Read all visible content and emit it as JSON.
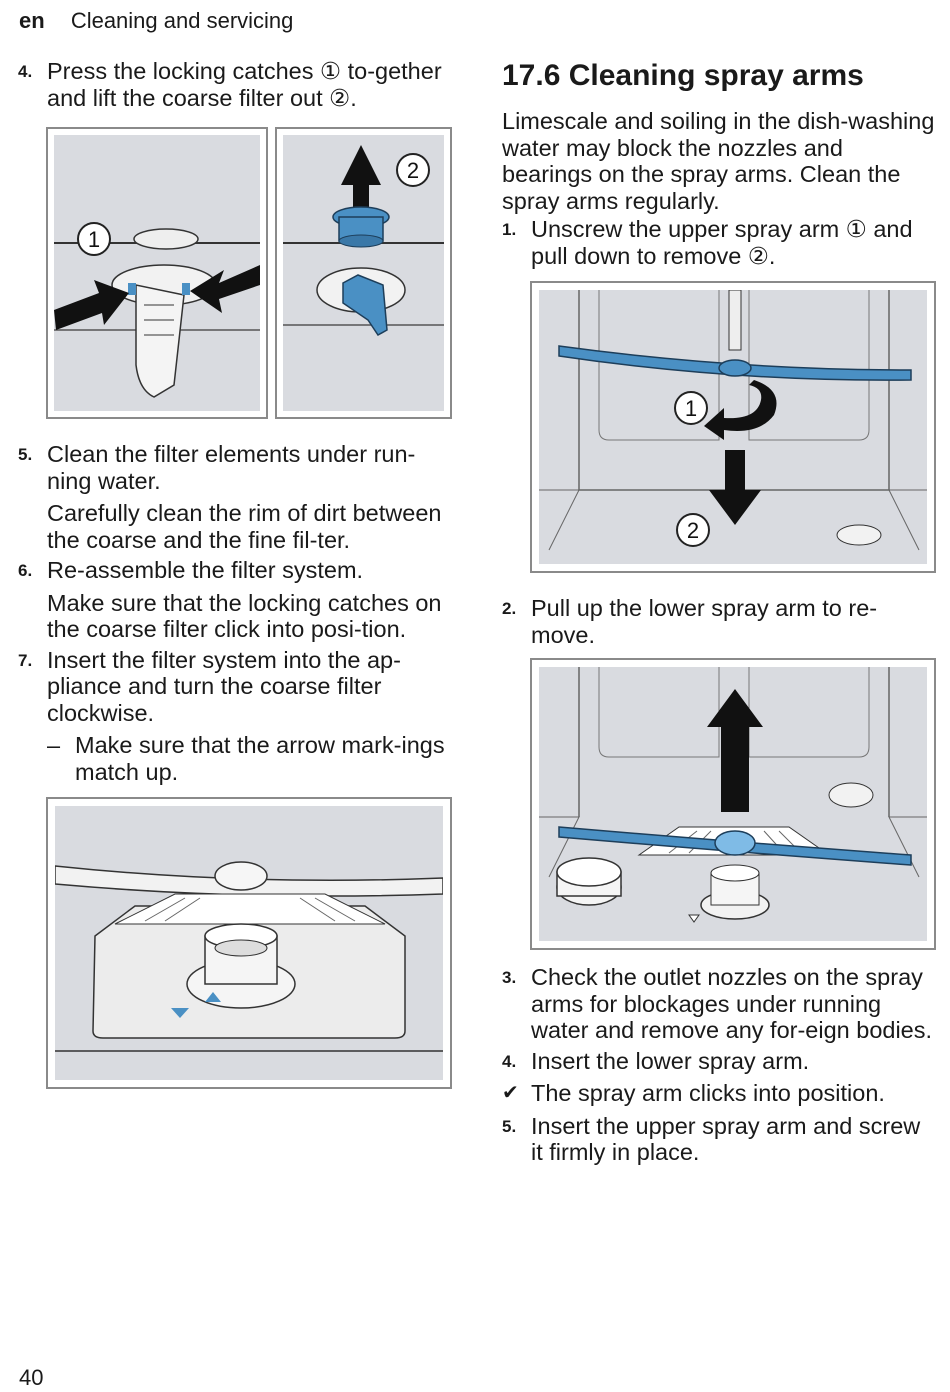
{
  "header": {
    "lang": "en",
    "section": "Cleaning and servicing"
  },
  "left": {
    "step4": {
      "num": "4.",
      "text": "Press the locking catches ① to-gether and lift the coarse filter out ②."
    },
    "fig1_labels": {
      "a": "1",
      "b": "2"
    },
    "step5": {
      "num": "5.",
      "text": "Clean the filter elements under run-ning water."
    },
    "step5_note": "Carefully clean the rim of dirt between the coarse and the fine fil-ter.",
    "step6": {
      "num": "6.",
      "text": "Re-assemble the filter system."
    },
    "step6_note": "Make sure that the locking catches on the coarse filter click into posi-tion.",
    "step7": {
      "num": "7.",
      "text": "Insert the filter system into the ap-pliance and turn the coarse filter clockwise."
    },
    "step7_bullet": {
      "dash": "–",
      "text": "Make sure that the arrow mark-ings match up."
    }
  },
  "right": {
    "heading": "17.6  Cleaning spray arms",
    "intro": "Limescale and soiling in the dish-washing water may block the nozzles and bearings on the spray arms. Clean the spray arms regularly.",
    "step1": {
      "num": "1.",
      "text": "Unscrew the upper spray arm ① and pull down to remove ②."
    },
    "fig_upper_labels": {
      "a": "1",
      "b": "2"
    },
    "step2": {
      "num": "2.",
      "text": "Pull up the lower spray arm to re-move."
    },
    "step3": {
      "num": "3.",
      "text": "Check the outlet nozzles on the spray arms for blockages under running water and remove any for-eign bodies."
    },
    "step4": {
      "num": "4.",
      "text": "Insert the lower spray arm."
    },
    "result": {
      "mark": "✔",
      "text": "The spray arm clicks into position."
    },
    "step5": {
      "num": "5.",
      "text": "Insert the upper spray arm and screw it firmly in place."
    }
  },
  "page_number": "40",
  "colors": {
    "illustration_bg": "#d9dbe0",
    "part_blue": "#4a90c4",
    "frame": "#8a8a8a"
  }
}
